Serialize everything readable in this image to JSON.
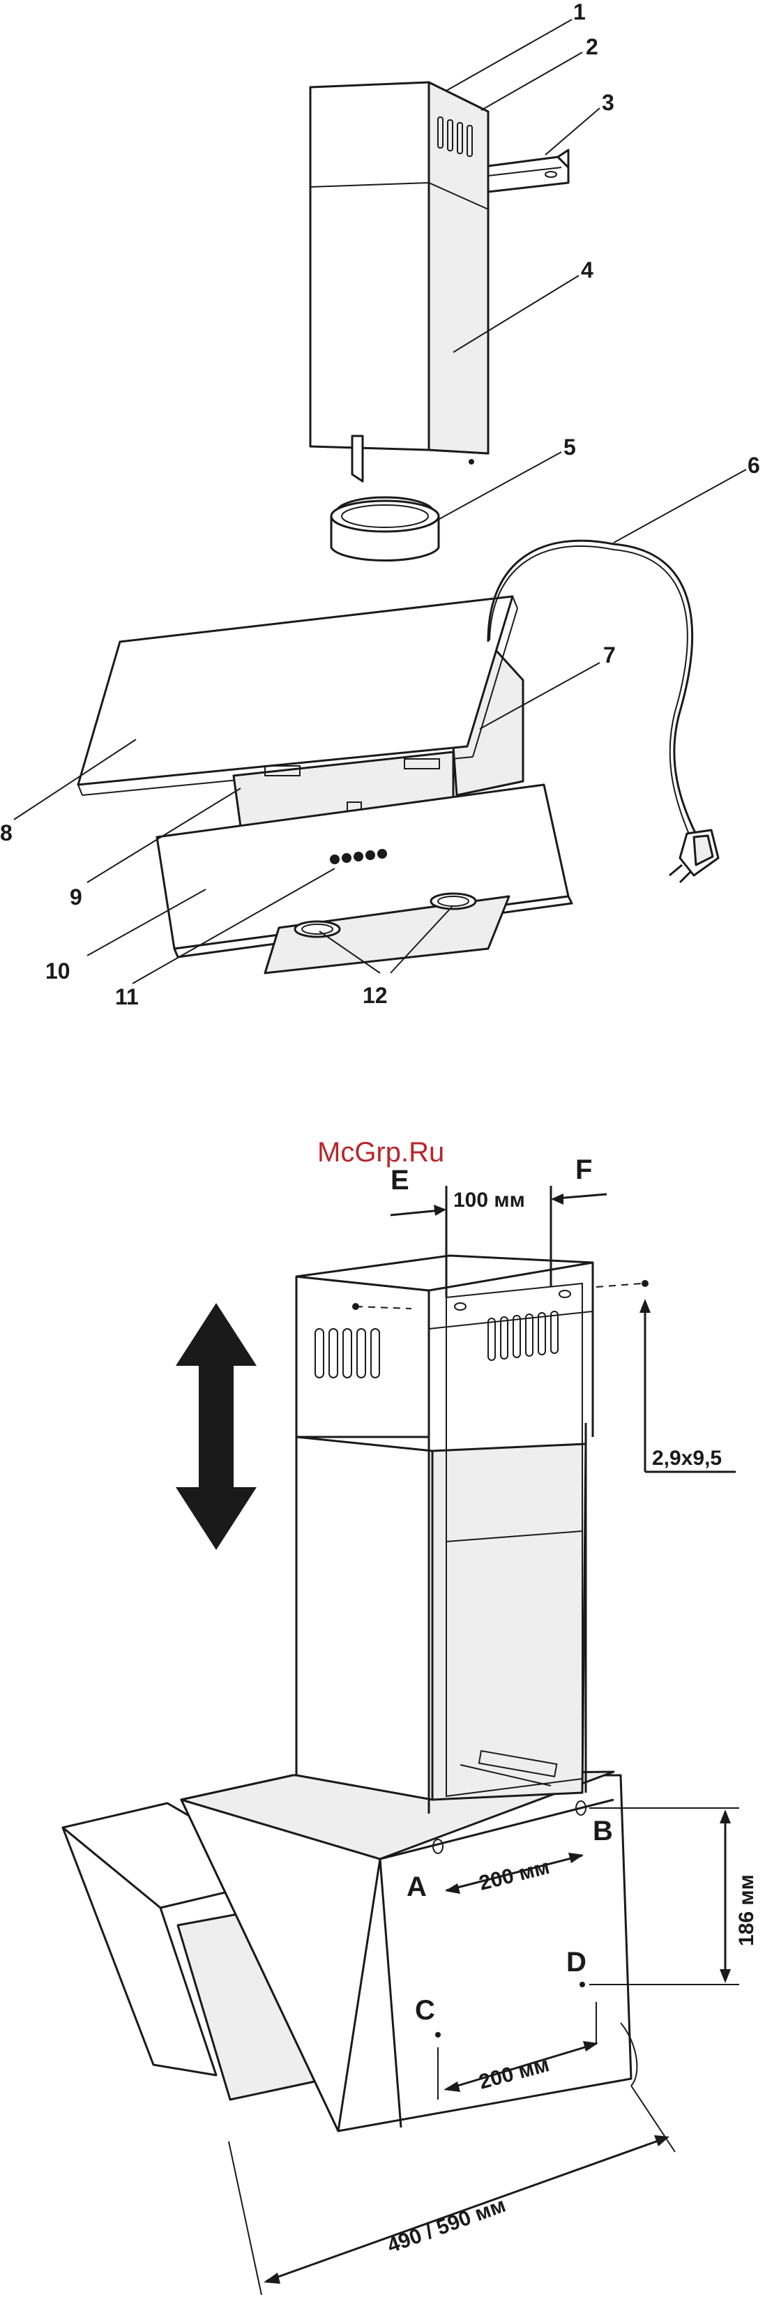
{
  "watermark": "McGrp.Ru",
  "part_labels": [
    "1",
    "2",
    "3",
    "4",
    "5",
    "6",
    "7",
    "8",
    "9",
    "10",
    "11",
    "12"
  ],
  "mount_points": {
    "a": "A",
    "b": "B",
    "c": "C",
    "d": "D",
    "e": "E",
    "f": "F"
  },
  "dimensions": {
    "top_gap": "100 мм",
    "upper_holes": "200 мм",
    "lower_holes": "200 мм",
    "vertical": "186 мм",
    "width": "490 / 590 мм",
    "screw": "2,9x9,5"
  },
  "colors": {
    "watermark": "#b8262b",
    "line": "#1a1a1a",
    "arrow": "#1a1a1a"
  }
}
